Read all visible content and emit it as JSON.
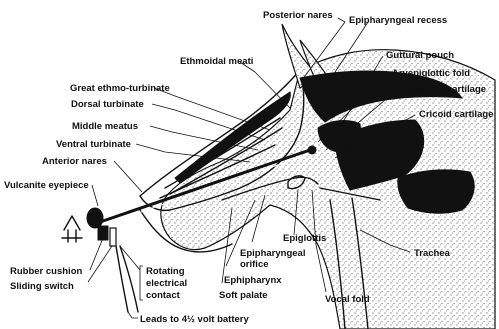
{
  "labels": {
    "posterior_nares": "Posterior nares",
    "epipharyngeal_recess": "Epipharyngeal recess",
    "ethmoidal_meati": "Ethmoidal meati",
    "guttural_pouch": "Guttural pouch",
    "aryepiglottic_fold": "Aryepiglottic fold",
    "arytenoid_cartilage": "Arytenoid cartilage",
    "cricoid_cartilage": "Cricoid cartilage",
    "great_ethmo_turbinate": "Great ethmo-turbinate",
    "dorsal_turbinate": "Dorsal turbinate",
    "middle_meatus": "Middle meatus",
    "ventral_turbinate": "Ventral turbinate",
    "anterior_nares": "Anterior nares",
    "vulcanite_eyepiece": "Vulcanite eyepiece",
    "epiglottis": "Epiglottis",
    "epipharyngeal_orifice_1": "Epipharyngeal",
    "epipharyngeal_orifice_2": "orifice",
    "ephipharynx": "Ephipharynx",
    "soft_palate": "Soft palate",
    "trachea": "Trachea",
    "vocal_fold": "Vocal fold",
    "rubber_cushion": "Rubber cushion",
    "sliding_switch": "Sliding switch",
    "rotating_contact_1": "Rotating",
    "rotating_contact_2": "electrical",
    "rotating_contact_3": "contact",
    "battery_leads": "Leads to 4½ volt battery"
  },
  "colors": {
    "ink": "#111111",
    "paper": "#ffffff"
  }
}
